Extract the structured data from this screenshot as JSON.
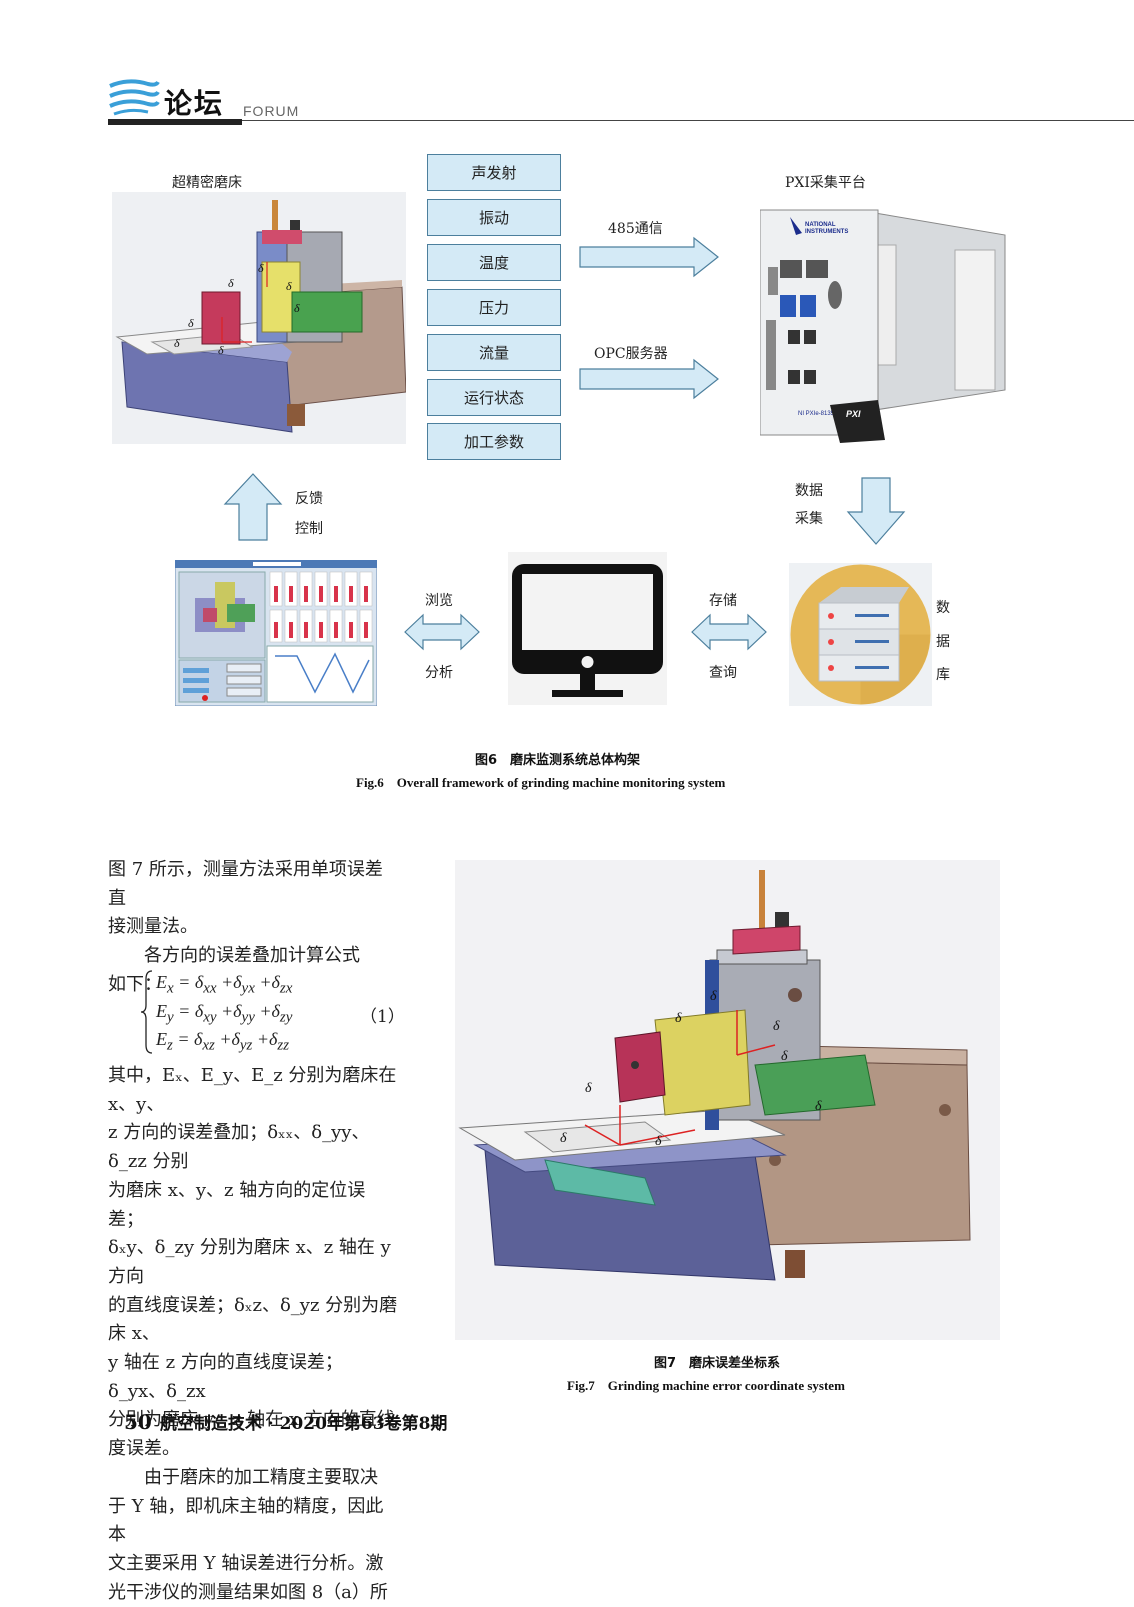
{
  "header": {
    "title": "论坛",
    "subtitle": "FORUM"
  },
  "fig6": {
    "machine_label": "超精密磨床",
    "sensors": [
      "声发射",
      "振动",
      "温度",
      "压力",
      "流量",
      "运行状态",
      "加工参数"
    ],
    "arrow_top_label": "485通信",
    "arrow_bottom_label": "OPC服务器",
    "pxi_label": "PXI采集平台",
    "pxi_brand_line1": "NATIONAL",
    "pxi_brand_line2": "INSTRUMENTS",
    "pxi_model": "NI PXIe-8135",
    "pxi_badge": "PXI",
    "feedback_label_1": "反馈",
    "feedback_label_2": "控制",
    "data_collect_1": "数据",
    "data_collect_2": "采集",
    "browse_label": "浏览",
    "analyze_label": "分析",
    "store_label": "存储",
    "query_label": "查询",
    "db_chars": [
      "数",
      "据",
      "库"
    ],
    "caption_cn": "图6　磨床监测系统总体构架",
    "caption_en": "Fig.6　Overall framework of grinding machine monitoring system"
  },
  "fig7": {
    "caption_cn": "图7　磨床误差坐标系",
    "caption_en": "Fig.7　Grinding machine error coordinate system"
  },
  "body": {
    "p1_l1": "图 7 所示，测量方法采用单项误差直",
    "p1_l2": "接测量法。",
    "p2_l1": "各方向的误差叠加计算公式",
    "p2_l2": "如下：",
    "eq_number": "（1）",
    "p3_l1": "其中，Eₓ、E_y、E_z 分别为磨床在 x、y、",
    "p3_l2": "z 方向的误差叠加；δₓₓ、δ_yy、δ_zz 分别",
    "p3_l3": "为磨床 x、y、z 轴方向的定位误差；",
    "p3_l4": "δₓy、δ_zy 分别为磨床 x、z 轴在 y 方向",
    "p3_l5": "的直线度误差；δₓz、δ_yz 分别为磨床 x、",
    "p3_l6": "y 轴在 z 方向的直线度误差；δ_yx、δ_zx",
    "p3_l7": "分别为磨床 y、z 轴在 x 方向的直线",
    "p3_l8": "度误差。",
    "p4_l1": "由于磨床的加工精度主要取决",
    "p4_l2": "于 Y 轴，即机床主轴的精度，因此本",
    "p4_l3": "文主要采用 Y 轴误差进行分析。激",
    "p4_l4": "光干涉仪的测量结果如图 8（a）所"
  },
  "footer": {
    "page_number": "50",
    "journal": "航空制造技术 · 2020年第63卷第8期"
  }
}
